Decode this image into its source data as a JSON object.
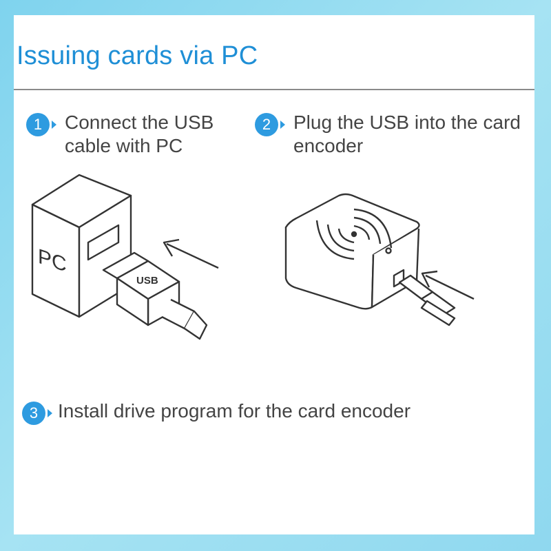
{
  "title": "Issuing cards via PC",
  "steps": [
    {
      "number": "1",
      "text": "Connect the USB\ncable with PC"
    },
    {
      "number": "2",
      "text": "Plug the USB into the card\nencoder"
    },
    {
      "number": "3",
      "text": "Install drive program for the card encoder"
    }
  ],
  "illustration": {
    "pc_label": "PC",
    "usb_label": "USB"
  },
  "colors": {
    "accent": "#2e9be0",
    "title": "#1f8fd6",
    "text": "#444444",
    "line": "#333333"
  }
}
